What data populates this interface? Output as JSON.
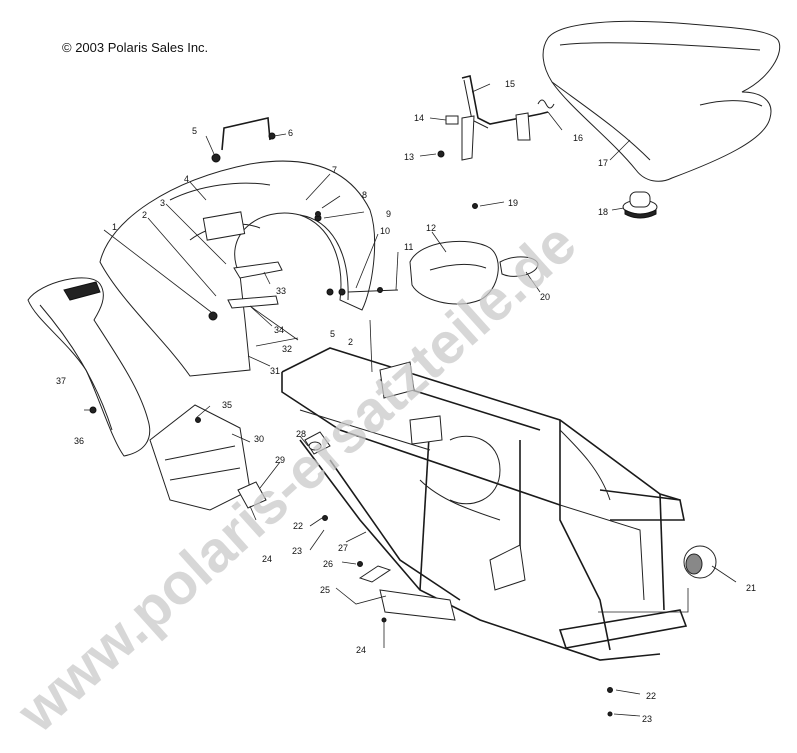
{
  "copyright": "© 2003 Polaris Sales Inc.",
  "watermark": "www.polaris-ersatzteile.de",
  "watermark_color": "#c9c9c9",
  "labels": {
    "p1": "1",
    "p2a": "2",
    "p2b": "2",
    "p3": "3",
    "p4": "4",
    "p5a": "5",
    "p5b": "5",
    "p6": "6",
    "p7": "7",
    "p8": "8",
    "p9": "9",
    "p10": "10",
    "p11": "11",
    "p12": "12",
    "p13": "13",
    "p14": "14",
    "p15": "15",
    "p16": "16",
    "p17": "17",
    "p18": "18",
    "p19": "19",
    "p20": "20",
    "p21": "21",
    "p22a": "22",
    "p22b": "22",
    "p23a": "23",
    "p23b": "23",
    "p24a": "24",
    "p24b": "24",
    "p25": "25",
    "p26": "26",
    "p27": "27",
    "p28": "28",
    "p29": "29",
    "p30": "30",
    "p31": "31",
    "p32": "32",
    "p33": "33",
    "p34": "34",
    "p35": "35",
    "p36": "36",
    "p37": "37"
  }
}
